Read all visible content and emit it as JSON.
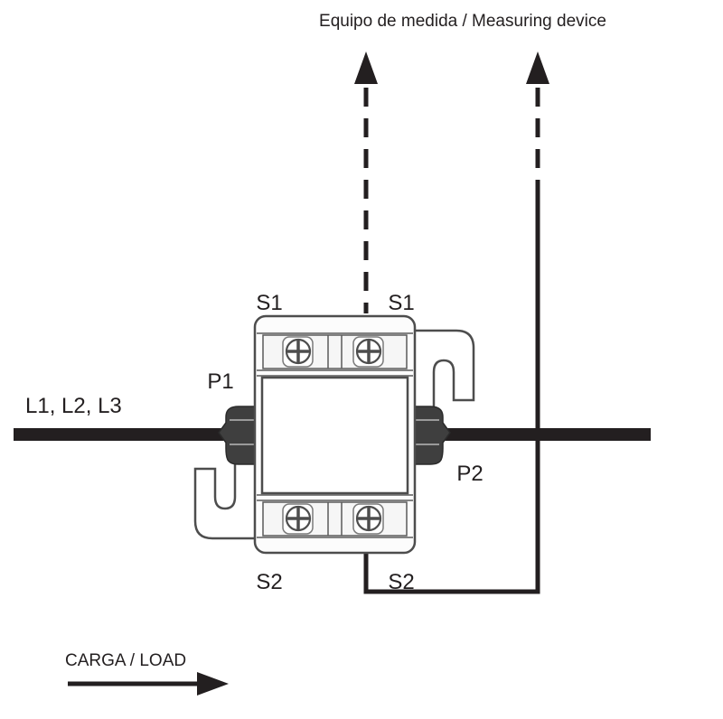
{
  "diagram": {
    "title": "Equipo de medida / Measuring device",
    "labels": {
      "s1_top_left": "S1",
      "s1_top_right": "S1",
      "p1": "P1",
      "p2": "P2",
      "s2_bottom_left": "S2",
      "s2_bottom_right": "S2",
      "phase_lines": "L1, L2, L3",
      "load": "CARGA / LOAD"
    },
    "colors": {
      "ink": "#231f20",
      "device_outline": "#4d4d4d",
      "clamp_fill": "#3f3f3f",
      "background": "#ffffff"
    }
  }
}
